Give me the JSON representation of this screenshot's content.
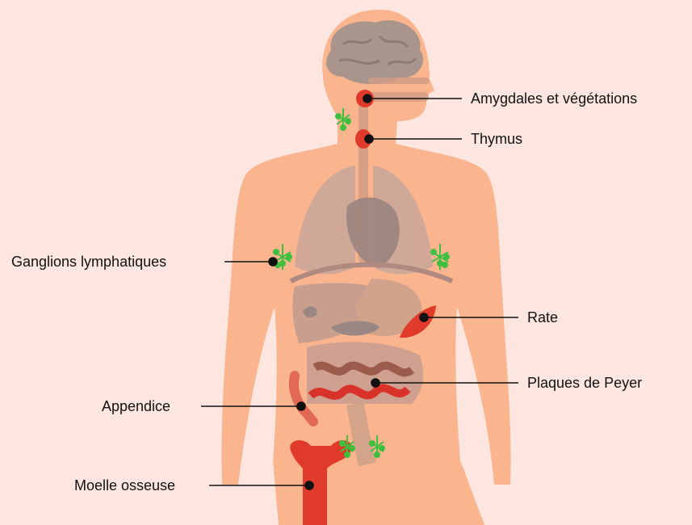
{
  "labels": {
    "amygdales": "Amygdales et végétations",
    "thymus": "Thymus",
    "ganglions": "Ganglions lymphatiques",
    "rate": "Rate",
    "peyer": "Plaques de Peyer",
    "appendice": "Appendice",
    "moelle": "Moelle osseuse"
  },
  "colors": {
    "background": "#fde6e0",
    "body": "#fbb58e",
    "organ_red": "#e03a2a",
    "lymph_green": "#3fbf3f",
    "leader_line": "#111111"
  }
}
